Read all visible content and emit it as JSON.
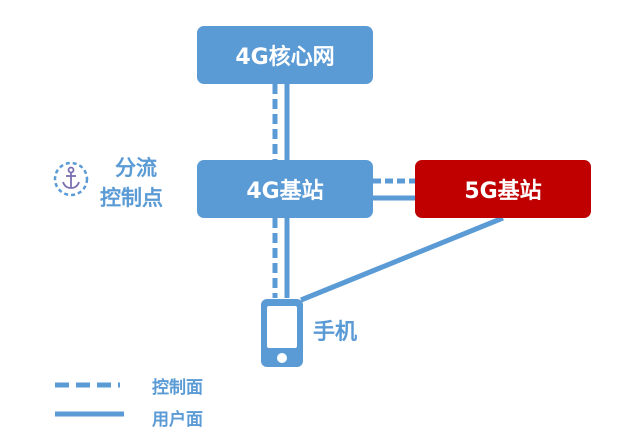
{
  "nodes": {
    "core_network": "4G核心网",
    "base_station_4g": "4G基站",
    "base_station_5g": "5G基站"
  },
  "split_point": {
    "line1": "分流",
    "line2": "控制点"
  },
  "phone": {
    "label": "手机"
  },
  "legend": {
    "control_plane": "控制面",
    "user_plane": "用户面"
  },
  "colors": {
    "primary": "#5b9bd5",
    "accent": "#c00000",
    "icon": "anchor-icon"
  }
}
